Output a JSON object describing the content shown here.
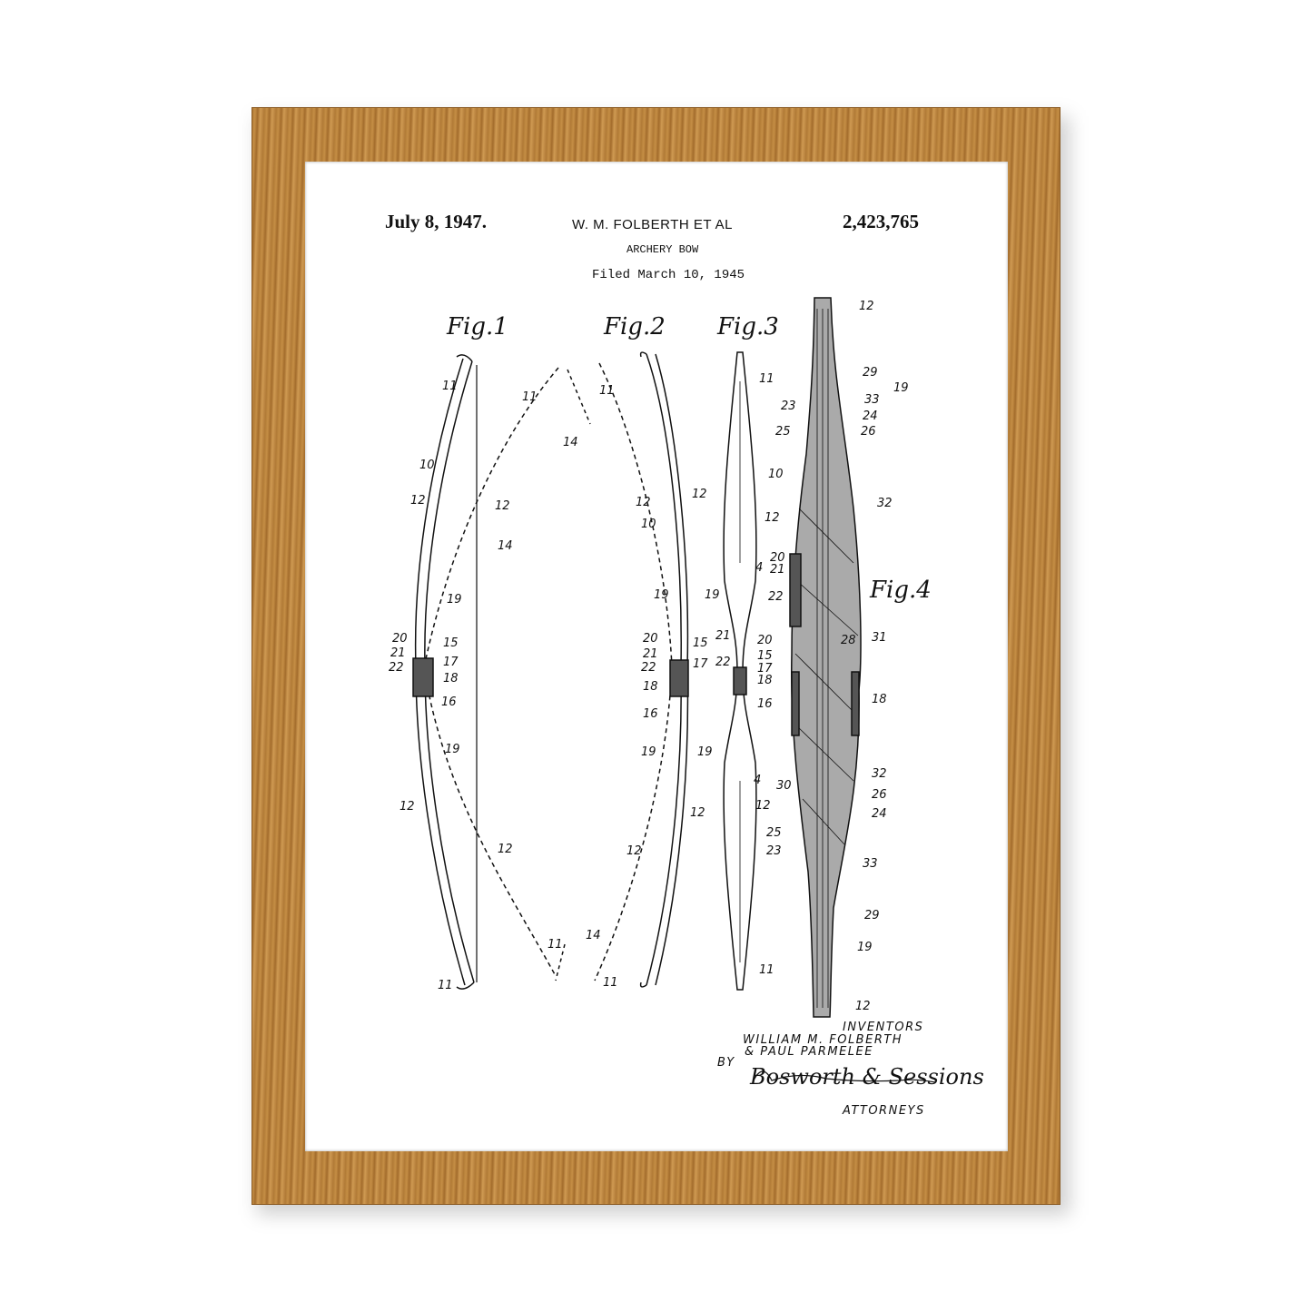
{
  "header": {
    "date": "July 8, 1947.",
    "inventor_line": "W. M. FOLBERTH ET AL",
    "patent_number": "2,423,765",
    "title": "ARCHERY BOW",
    "filed": "Filed March 10, 1945"
  },
  "figures": [
    {
      "label": "Fig.1",
      "refs": [
        "11",
        "10",
        "12",
        "12",
        "14",
        "19",
        "20",
        "15",
        "21",
        "17",
        "22",
        "18",
        "16",
        "19",
        "12",
        "12",
        "11",
        "14",
        "11",
        "11",
        "14"
      ]
    },
    {
      "label": "Fig.2",
      "refs": [
        "11",
        "12",
        "12",
        "10",
        "19",
        "20",
        "15",
        "21",
        "17",
        "22",
        "18",
        "16",
        "19",
        "12",
        "12",
        "11"
      ]
    },
    {
      "label": "Fig.3",
      "refs": [
        "11",
        "10",
        "12",
        "4",
        "19",
        "21",
        "20",
        "22",
        "15",
        "17",
        "18",
        "16",
        "19",
        "4",
        "12",
        "11"
      ]
    },
    {
      "label": "Fig.4",
      "refs": [
        "12",
        "29",
        "19",
        "23",
        "33",
        "24",
        "25",
        "26",
        "32",
        "20",
        "21",
        "22",
        "28",
        "31",
        "18",
        "32",
        "30",
        "26",
        "24",
        "25",
        "23",
        "33",
        "29",
        "19",
        "12"
      ]
    }
  ],
  "footer": {
    "inventors_label": "INVENTORS",
    "inventor_1": "WILLIAM M. FOLBERTH",
    "inventor_2": "& PAUL PARMELEE",
    "by": "BY",
    "signature": "Bosworth & Sessions",
    "attorneys_label": "ATTORNEYS"
  },
  "colors": {
    "frame": "#b7803b",
    "ink": "#111111",
    "paper": "#ffffff"
  }
}
